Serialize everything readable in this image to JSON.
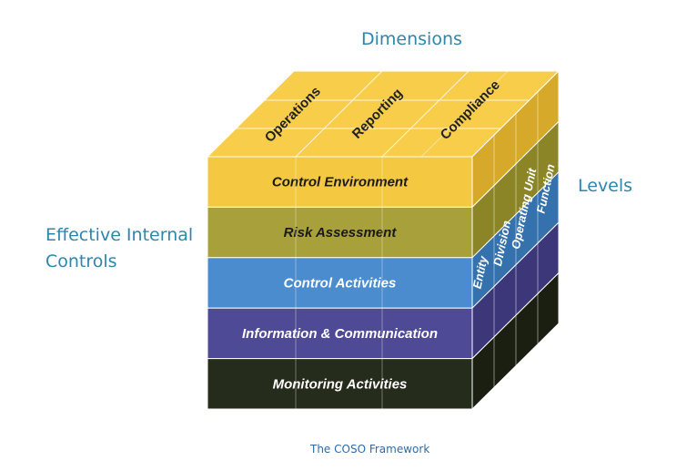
{
  "labels": {
    "dimensions": "Dimensions",
    "levels": "Levels",
    "effective_line1": "Effective Internal",
    "effective_line2": "Controls",
    "caption": "The COSO Framework"
  },
  "top_face": [
    "Operations",
    "Reporting",
    "Compliance"
  ],
  "side_face": [
    "Entity",
    "Division",
    "Operating Unit",
    "Function"
  ],
  "bands": [
    {
      "label": "Control Environment",
      "color": "#f5c842",
      "side_color": "#d7a92a",
      "text_color": "#1a1a1a"
    },
    {
      "label": "Risk Assessment",
      "color": "#a8a03a",
      "side_color": "#8b8528",
      "text_color": "#1a1a1a"
    },
    {
      "label": "Control Activities",
      "color": "#4a8ccd",
      "side_color": "#3471ad",
      "text_color": "#ffffff"
    },
    {
      "label": "Information & Communication",
      "color": "#4f4a96",
      "side_color": "#3c3778",
      "text_color": "#ffffff"
    },
    {
      "label": "Monitoring Activities",
      "color": "#262c1c",
      "side_color": "#1a1f12",
      "text_color": "#ffffff"
    }
  ],
  "colors": {
    "top": "#f7cd4a",
    "label": "#2e86ab"
  }
}
